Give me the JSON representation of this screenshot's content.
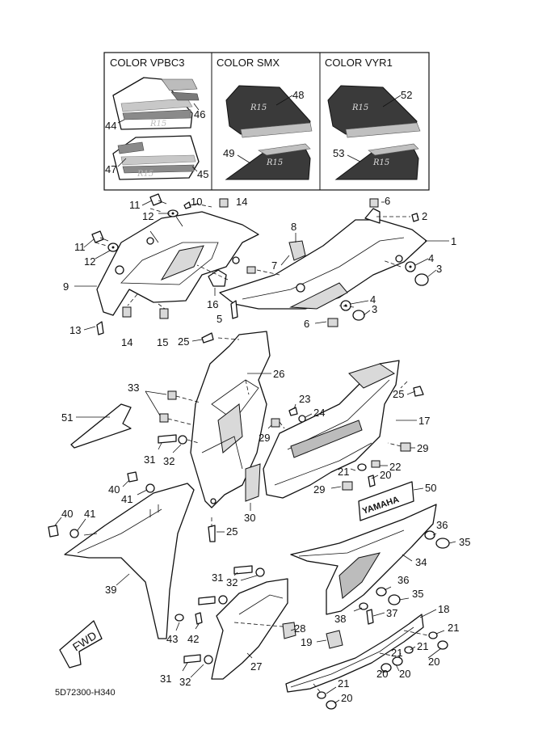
{
  "color_box": {
    "headers": [
      "COLOR VPBC3",
      "COLOR SMX",
      "COLOR VYR1"
    ],
    "decal_numbers": [
      "46",
      "44",
      "47",
      "45",
      "48",
      "49",
      "52",
      "53"
    ]
  },
  "callouts": {
    "p1": "1",
    "p2": "2",
    "p3a": "3",
    "p3b": "3",
    "p4a": "4",
    "p4b": "4",
    "p5": "5",
    "p6a": "6",
    "p6b": "6",
    "p7": "7",
    "p8": "8",
    "p9": "9",
    "p10": "10",
    "p11a": "11",
    "p11b": "11",
    "p12a": "12",
    "p12b": "12",
    "p13": "13",
    "p14a": "14",
    "p14b": "14",
    "p15": "15",
    "p16": "16",
    "p17": "17",
    "p18": "18",
    "p19": "19",
    "p20a": "20",
    "p20b": "20",
    "p20c": "20",
    "p20d": "20",
    "p20e": "20",
    "p21a": "21",
    "p21b": "21",
    "p21c": "21",
    "p21d": "21",
    "p21e": "21",
    "p22": "22",
    "p23": "23",
    "p24": "24",
    "p25a": "25",
    "p25b": "25",
    "p25c": "25",
    "p26": "26",
    "p27": "27",
    "p28": "28",
    "p29a": "29",
    "p29b": "29",
    "p29c": "29",
    "p30": "30",
    "p31a": "31",
    "p31b": "31",
    "p31c": "31",
    "p32a": "32",
    "p32b": "32",
    "p32c": "32",
    "p33": "33",
    "p34": "34",
    "p35a": "35",
    "p35b": "35",
    "p36a": "36",
    "p36b": "36",
    "p37": "37",
    "p38": "38",
    "p39": "39",
    "p40a": "40",
    "p40b": "40",
    "p41a": "41",
    "p41b": "41",
    "p42": "42",
    "p43": "43",
    "p50": "50",
    "p51": "51"
  },
  "emblem_text": "YAMAHA",
  "decal_logo": "R15",
  "fwd_label": "FWD",
  "diagram_code": "5D72300-H340"
}
